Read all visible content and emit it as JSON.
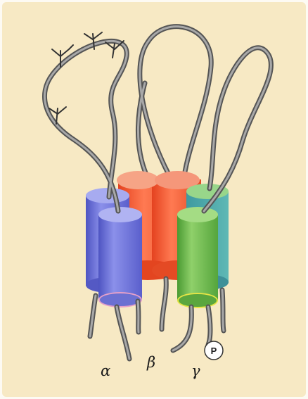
{
  "labels": {
    "alpha": "α",
    "beta": "β",
    "gamma": "γ",
    "phosphate": "P"
  },
  "colors": {
    "background": "#f7e9c4",
    "alpha": "#6f74d6",
    "beta": "#f0522e",
    "gamma": "#67b84a",
    "chain": "#6a6a6a"
  },
  "icons": {
    "glycosylation": "branched-sugar-icon",
    "phosphate": "phosphate-circle-icon"
  }
}
